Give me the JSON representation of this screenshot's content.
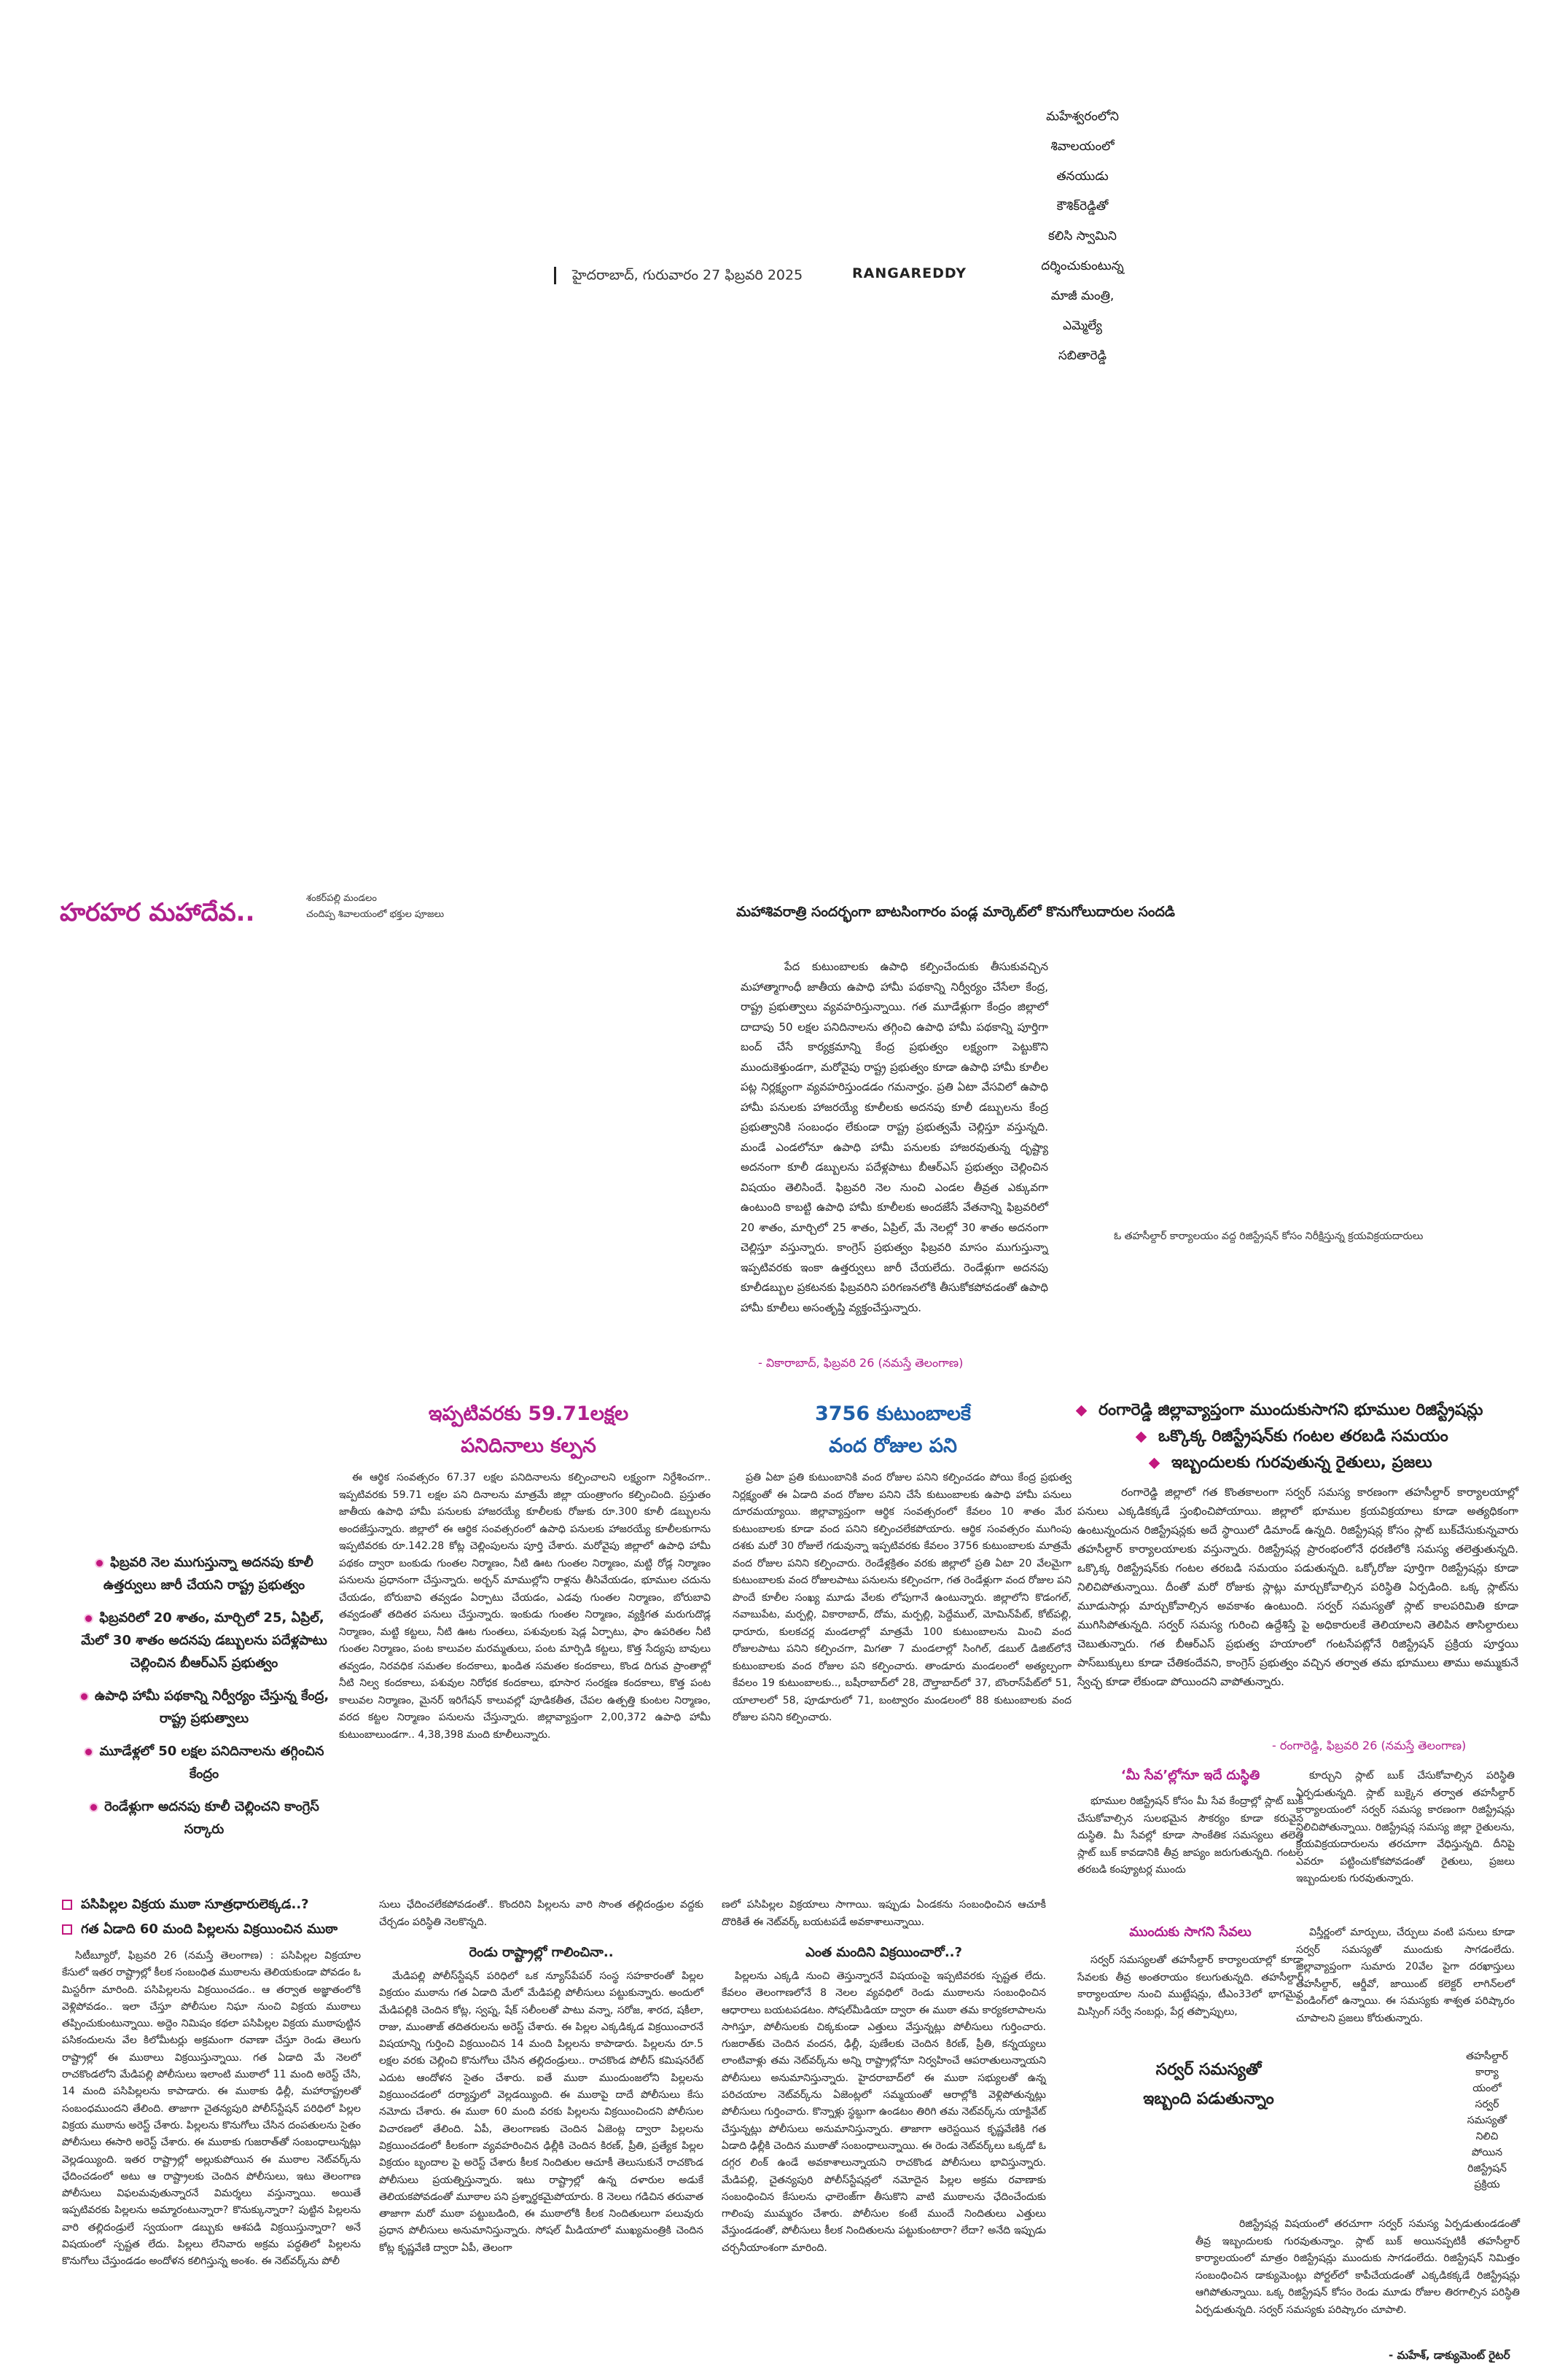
{
  "top_caption": [
    "మహేశ్వరంలోని",
    "శివాలయంలో",
    "తనయుడు",
    "కౌశిక్‌రెడ్డితో",
    "కలిసి స్వామిని",
    "దర్శించుకుంటున్న",
    "మాజీ మంత్రి,",
    "ఎమ్మెల్యే",
    "సబితారెడ్డి"
  ],
  "dateline": "హైదరాబాద్‌, గురువారం 27 ఫిబ్రవరి 2025",
  "district": "RANGAREDDY",
  "festival": {
    "title": "హరహర మహాదేవ..",
    "sub": [
      "శంకర్‌పల్లి మండలం",
      "చందిప్ప శివాలయంలో భక్తుల పూజలు"
    ]
  },
  "banner": "మహాశివరాత్రి సందర్భంగా బాటసింగారం పండ్ల మార్కెట్‌లో కొనుగోలుదారుల సందడి",
  "main_story": {
    "body": [
      "పేద కుటుంబాలకు ఉపాధి కల్పించేందుకు తీసుకువచ్చిన మహాత్మాగాంధీ జాతీయ ఉపాధి హామీ పథకాన్ని నిర్వీర్యం చేసేలా కేంద్ర, రాష్ట్ర ప్రభుత్వాలు వ్యవహరిస్తున్నాయి. గత మూడేళ్లుగా కేంద్రం జిల్లాలో దాదాపు 50 లక్షల పనిదినాలను తగ్గించి ఉపాధి హామీ పథకాన్ని పూర్తిగా బంద్‌ చేసే కార్యక్రమాన్ని కేంద్ర ప్రభుత్వం లక్ష్యంగా పెట్టుకొని ముందుకెళ్తుండగా, మరోవైపు రాష్ట్ర ప్రభుత్వం కూడా ఉపాధి హామీ కూలీల పట్ల నిర్లక్ష్యంగా వ్యవహరిస్తుండడం గమనార్హం. ప్రతి ఏటా వేసవిలో ఉపాధి హామీ పనులకు హాజరయ్యే కూలీలకు అదనపు కూలీ డబ్బులను కేంద్ర ప్రభుత్వానికి సంబంధం లేకుండా రాష్ట్ర ప్రభుత్వమే చెల్లిస్తూ వస్తున్నది. మండే ఎండలోనూ ఉపాధి హామీ పనులకు హాజరవుతున్న దృష్ట్యా అదనంగా కూలీ డబ్బులను పదేళ్లపాటు బీఆర్‌ఎస్‌ ప్రభుత్వం చెల్లించిన విషయం తెలిసిందే. ఫిబ్రవరి నెల నుంచి ఎండల తీవ్రత ఎక్కువగా ఉంటుంది కాబట్టి ఉపాధి హామీ కూలీలకు అందజేసే వేతనాన్ని ఫిబ్రవరిలో 20 శాతం, మార్చిలో 25 శాతం, ఏప్రిల్‌, మే నెలల్లో 30 శాతం అదనంగా చెల్లిస్తూ వస్తున్నారు. కాంగ్రెస్‌ ప్రభుత్వం ఫిబ్రవరి మాసం ముగుస్తున్నా ఇప్పటివరకు ఇంకా ఉత్తర్వులు జారీ చేయలేదు. రెండేళ్లుగా అదనపు కూలీడబ్బుల ప్రకటనకు ఫిబ్రవరిని పరిగణనలోకి తీసుకోకపోవడంతో ఉపాధి హామీ కూలీలు అసంతృప్తి వ్యక్తంచేస్తున్నారు."
    ],
    "credit": "- వికారాబాద్‌, ఫిబ్రవరి 26 (నమస్తే తెలంగాణ)"
  },
  "photo_caption": "ఓ తహసీల్దార్‌ కార్యాలయం వద్ద రిజిస్ట్రేషన్‌ కోసం నిరీక్షిస్తున్న క్రయవిక్రయదారులు",
  "headline_left": [
    "ఇప్పటివరకు 59.71లక్షల",
    "పనిదినాలు కల్పన"
  ],
  "headline_mid": [
    "3756 కుటుంబాలకే",
    "వంద రోజుల పని"
  ],
  "registration_bullets": [
    "రంగారెడ్డి జిల్లావ్యాప్తంగా ముందుకుసాగని భూముల రిజిస్ట్రేషన్లు",
    "ఒక్కొక్క రిజిస్ట్రేషన్‌కు గంటల తరబడి సమయం",
    "ఇబ్బందులకు గురవుతున్న రైతులు, ప్రజలు"
  ],
  "highlights": [
    "ఫిబ్రవరి నెల ముగుస్తున్నా అదనపు కూలీ ఉత్తర్వులు జారీ చేయని రాష్ట్ర ప్రభుత్వం",
    "ఫిబ్రవరిలో 20 శాతం, మార్చిలో 25, ఏప్రిల్‌, మేలో 30 శాతం అదనపు డబ్బులను పదేళ్లపాటు చెల్లించిన బీఆర్‌ఎస్‌ ప్రభుత్వం",
    "ఉపాధి హామీ పథకాన్ని నిర్వీర్యం చేస్తున్న కేంద్ర, రాష్ట్ర ప్రభుత్వాలు",
    "మూడేళ్లలో 50 లక్షల పనిదినాలను తగ్గించిన కేంద్రం",
    "రెండేళ్లుగా అదనపు కూలీ చెల్లించని కాంగ్రెస్‌ సర్కారు"
  ],
  "col_left_text": "ఈ ఆర్థిక సంవత్సరం 67.37 లక్షల పనిదినాలను కల్పించాలని లక్ష్యంగా నిర్దేశించగా.. ఇప్పటివరకు 59.71 లక్షల పని దినాలను మాత్రమే జిల్లా యంత్రాంగం కల్పించింది. ప్రస్తుతం జాతీయ ఉపాధి హామీ పనులకు హాజరయ్యే కూలీలకు రోజుకు రూ.300 కూలీ డబ్బులను అందజేస్తున్నారు. జిల్లాలో ఈ ఆర్థిక సంవత్సరంలో ఉపాధి పనులకు హాజరయ్యే కూలీలకుగాను ఇప్పటివరకు రూ.142.28 కోట్ల చెల్లింపులను పూర్తి చేశారు. మరోవైపు జిల్లాలో ఉపాధి హామీ పథకం ద్వారా బంకుడు గుంతల నిర్మాణం, నీటి ఊట గుంతల నిర్మాణం, మట్టి రోడ్ల నిర్మాణం పనులను ప్రధానంగా చేస్తున్నారు. అర్బన్‌ మాముల్లోని రాళ్లను తీసివేయడం, భూముల చదును చేయడం, బోరుబావి తవ్వడం ఏర్పాటు చేయడం, ఎడవు గుంతల నిర్మాణం, బోరుబావి తవ్వడంతో తదితర పనులు చేస్తున్నారు. ఇంకుడు గుంతల నిర్మాణం, వ్యక్తిగత మరుగుదొడ్ల నిర్మాణం, మట్టి కట్టలు, నీటి ఊట గుంతలు, పశువులకు షెడ్ల ఏర్పాటు, ఫాం ఉపరితల నీటి గుంతల నిర్మాణం, పంట కాలువల మరమ్మతులు, పంట మార్పిడి కట్టలు, కొత్త సేద్యపు బావులు తవ్వడం, నిరవధిక సమతల కందకాలు, ఖండిత సమతల కందకాలు, కొండ దిగువ ప్రాంతాల్లో నీటి నిల్వ కందకాలు, పశువుల నిరోధక కందకాలు, భూసార సంరక్షణ కందకాలు, కొత్త పంట కాలువల నిర్మాణం, మైనర్‌ ఇరిగేషన్‌ కాలువల్లో పూడికతీత, చేపల ఉత్పత్తి కుంటల నిర్మాణం, వరద కట్టల నిర్మాణం పనులను చేస్తున్నారు. జిల్లావ్యాప్తంగా 2,00,372 ఉపాధి హామీ కుటుంబాలుండగా.. 4,38,398 మంది కూలీలున్నారు.",
  "col_mid_text": "ప్రతి ఏటా ప్రతి కుటుంబానికి వంద రోజుల పనిని కల్పించడం పోయి కేంద్ర ప్రభుత్వ నిర్లక్ష్యంతో ఈ ఏడాది వంద రోజుల పనిని చేసే కుటుంబాలకు ఉపాధి హామీ పనులు దూరమయ్యాయి. జిల్లావ్యాప్తంగా ఆర్థిక సంవత్సరంలో కేవలం 10 శాతం మేర కుటుంబాలకు కూడా వంద పనిని కల్పించలేకపోయారు. ఆర్థిక సంవత్సరం ముగింపు దశకు మరో 30 రోజులే గడువున్నా ఇప్పటివరకు కేవలం 3756 కుటుంబాలకు మాత్రమే వంద రోజుల పనిని కల్పించారు. రెండేళ్లక్రితం వరకు జిల్లాలో ప్రతి ఏటా 20 వేలమైగా కుటుంబాలకు వంద రోజులపాటు పనులను కల్పించగా, గత రెండేళ్లుగా వంద రోజుల పని పొందే కూలీల సంఖ్య మూడు వేలకు లోపుగానే ఉంటున్నారు. జిల్లాలోని కొడంగల్‌, నవాబుపేట, మర్పల్లి, వికారాబాద్‌, దోమ, మర్పల్లి, పెద్దేముల్‌, మోమిన్‌పేట్‌, కోట్‌పల్లి, ధారూరు, కులకచర్ల మండలాల్లో మాత్రమే 100 కుటుంబాలను మించి వంద రోజులపాటు పనిని కల్పించగా, మిగతా 7 మండలాల్లో సింగిల్‌, డబుల్‌ డిజిట్‌లోనే కుటుంబాలకు వంద రోజుల పని కల్పించారు. తాండూరు మండలంలో అత్యల్పంగా కేవలం 19 కుటుంబాలకు.., బషీరాబాద్‌లో 28, దౌల్తాబాద్‌లో 37, బొంరాస్‌పేట్‌లో 51, యాలాలలో 58, పూడూరులో 71, బంట్వారం మండలంలో 88 కుటుంబాలకు వంద రోజుల పనిని కల్పించారు.",
  "col_right_text": "రంగారెడ్డి జిల్లాలో గత కొంతకాలంగా సర్వర్‌ సమస్య కారణంగా తహసీల్దార్‌ కార్యాలయాల్లో పనులు ఎక్కడికక్కడే స్తంభించిపోయాయి. జిల్లాలో భూముల క్రయవిక్రయాలు కూడా అత్యధికంగా ఉంటున్నందున రిజిస్ట్రేషన్లకు అదే స్థాయిలో డిమాండ్‌ ఉన్నది. రిజిస్ట్రేషన్ల కోసం స్లాట్‌ బుక్‌చేసుకున్నవారు తహసీల్దార్‌ కార్యాలయాలకు వస్తున్నారు. రిజిస్ట్రేషన్ల ప్రారంభంలోనే ధరణిలోకి సమస్య తలెత్తుతున్నది. ఒక్కొక్క రిజిస్ట్రేషన్‌కు గంటల తరబడి సమయం పడుతున్నది. ఒక్కోరోజు పూర్తిగా రిజిస్ట్రేషన్లు కూడా నిలిచిపోతున్నాయి. దీంతో మరో రోజుకు స్లాట్లు మార్చుకోవాల్సిన పరిస్థితి ఏర్పడింది. ఒక్క స్లాట్‌ను మూడుసార్లు మార్చుకోవాల్సిన అవకాశం ఉంటుంది. సర్వర్‌ సమస్యతో స్లాట్‌ కాలపరిమితి కూడా ముగిసిపోతున్నది. సర్వర్‌ సమస్య గురించి ఉద్దేశిస్తే పై అధికారులకే తెలియాలని తెలిపిన తాసిల్దారులు చెబుతున్నారు. గత బీఆర్‌ఎస్‌ ప్రభుత్వ హయాంలో గంటసేపట్లోనే రిజిస్ట్రేషన్‌ ప్రక్రియ పూర్తయి పాస్‌బుక్కులు కూడా చేతికందేవని, కాంగ్రెస్‌ ప్రభుత్వం వచ్చిన తర్వాత తమ భూములు తాము అమ్ముకునే స్వేచ్ఛ కూడా లేకుండా పోయిందని వాపోతున్నారు.",
  "col_right_credit": "- రంగారెడ్డి, ఫిబ్రవరి 26 (నమస్తే తెలంగాణ)",
  "mee_seva": {
    "title": "‘మీ సేవ’ల్లోనూ ఇదే దుస్థితి",
    "text": "భూముల రిజిస్ట్రేషన్‌ కోసం మీ సేవ కేంద్రాల్లో స్లాట్‌ బుక్‌ చేసుకోవాల్సిన సులభమైన సౌకర్యం కూడా కరువైన దుస్థితి. మీ సేవల్లో కూడా సాంకేతిక సమస్యలు తలెత్తి స్లాట్‌ బుక్‌ కావడానికి తీవ్ర జాప్యం జరుగుతున్నది. గంటల తరబడి కంప్యూటర్ల ముందు"
  },
  "mee_seva_right": "కూర్చుని స్లాట్‌ బుక్‌ చేసుకోవాల్సిన పరిస్థితి ఏర్పడుతున్నది. స్లాట్‌ బుక్కైన తర్వాత తహసీల్దార్‌ కార్యాలయంలో సర్వర్‌ సమస్య కారణంగా రిజిస్ట్రేషన్లు నిలిచిపోతున్నాయి. రిజిస్ట్రేషన్ల సమస్య జిల్లా రైతులను, క్రయవిక్రయదారులను తరచూగా వేధిస్తున్నది. దీనిపై ఎవరూ పట్టించుకోకపోవడంతో రైతులు, ప్రజలు ఇబ్బందులకు గురవుతున్నారు.",
  "services": {
    "title": "ముందుకు సాగని సేవలు",
    "text": "సర్వర్‌ సమస్యలతో తహసీల్దార్‌ కార్యాలయాల్లో కూడా సేవలకు తీవ్ర అంతరాయం కలుగుతున్నది. తహసీల్దార్‌ కార్యాలయాల నుంచి ముట్టేషన్లు, టీఎం33లో భాగమైన మిస్సింగ్‌ సర్వే నంబర్లు, పేర్ల తప్పొప్పులు,"
  },
  "services_right": "విస్తీర్ణంలో మార్పులు, చేర్పులు వంటి పనులు కూడా సర్వర్‌ సమస్యతో ముందుకు సాగడంలేదు. జిల్లావ్యాప్తంగా సుమారు 20వేల పైగా దరఖాస్తులు తహసీల్దార్‌, ఆర్డీవో, జాయింట్‌ కలెక్టర్‌ లాగిన్‌లలో పెండింగ్‌లో ఉన్నాయి. ఈ సమస్యకు శాశ్వత పరిష్కారం చూపాలని ప్రజలు కోరుతున్నారు.",
  "server_title": [
    "సర్వర్‌ సమస్యతో",
    "ఇబ్బంది పడుతున్నాం"
  ],
  "narrow_col": [
    "తహసీల్దార్‌",
    "కార్యా",
    "యంలో",
    "సర్వర్‌",
    "సమస్యతో",
    "నిలిచి",
    "పోయిన",
    "రిజిస్ట్రేషన్‌",
    "ప్రక్రియ"
  ],
  "server_text": "రిజిస్ట్రేషన్ల విషయంలో తరచూగా సర్వర్‌ సమస్య ఏర్పడుతుండడంతో తీవ్ర ఇబ్బందులకు గురవుతున్నాం. స్లాట్‌ బుక్‌ అయినప్పటికీ తహసీల్దార్‌ కార్యాలయంలో మాత్రం రిజిస్ట్రేషన్లు ముందుకు సాగడంలేదు. రిజిస్ట్రేషన్‌ నిమిత్తం సంబంధించిన డాక్యుమెంట్లు పోర్టల్‌లో కాపీచేయడంతో ఎక్కడికక్కడే రిజిస్ట్రేషన్లు ఆగిపోతున్నాయి. ఒక్క రిజిస్ట్రేషన్‌ కోసం రెండు మూడు రోజుల తిరగాల్సిన పరిస్థితి ఏర్పడుతున్నది. సర్వర్‌ సమస్యకు పరిష్కారం చూపాలి.",
  "server_credit": "- మహేశ్‌, డాక్యుమెంట్‌ రైటర్‌",
  "bottom_heads": [
    "పసిపిల్లల విక్రయ ముఠా సూత్రధారులెక్కడ..?",
    "గత ఏడాది 60 మంది పిల్లలను విక్రయించిన ముఠా"
  ],
  "bottom_col1": "సిటీబ్యూరో, ఫిబ్రవరి 26 (నమస్తే తెలంగాణ) : పసిపిల్లల విక్రయాల కేసులో ఇతర రాష్ట్రాల్లో కీలక సంబంధిత ముఠాలను తెలియకుండా పోవడం ఓ మిస్టరీగా మారింది. పసిపిల్లలను విక్రయించడం.. ఆ తర్వాత అజ్ఞాతంలోకి వెళ్లిపోవడం.. ఇలా చేస్తూ పోలీసుల నిఘా నుంచి విక్రయ ముఠాలు తప్పించుకుంటున్నాయి. అద్దెం నిమిషం కథలా పసిపిల్లల విక్రయ ముఠాపుట్టిన పసికందులను వేల కిలోమీటర్లు అక్రమంగా రవాణా చేస్తూ రెండు తెలుగు రాష్ట్రాల్లో ఈ ముఠాలు విక్రయిస్తున్నాయి. గత ఏడాది మే నెలలో రాచకొండలోని మేడిపల్లి పోలీసులు ఇలాంటి ముఠాలో 11 మంది అరెస్ట్‌ చేసి, 14 మంది పసిపిల్లలను కాపాడారు. ఈ ముఠాకు ఢిల్లీ, మహారాష్ట్రలతో సంబంధముందని తేలింది. తాజాగా చైతన్యపురి పోలీస్‌స్టేషన్‌ పరిధిలో పిల్లల విక్రయ ముఠాను అరెస్ట్‌ చేశారు. పిల్లలను కొనుగోలు చేసిన దంపతులను సైతం పోలీసులు ఈసారి అరెస్ట్‌ చేశారు. ఈ ముఠాకు గుజరాత్‌తో సంబంధాలున్నట్లు వెల్లడయ్యింది. ఇతర రాష్ట్రాల్లో అల్లుకుపోయిన ఈ ముఠాల నెట్‌వర్క్‌ను ఛేదించడంలో అటు ఆ రాష్ట్రాలకు చెందిన పోలీసులు, ఇటు తెలంగాణ పోలీసులు విఫలమవుతున్నారనే విమర్శలు వస్తున్నాయి. అయితే ఇప్పటివరకు పిల్లలను అమ్మారంటున్నారా? కొనుక్కున్నారా? పుట్టిన పిల్లలను వారి తల్లిదండ్రులే స్వయంగా డబ్బుకు ఆశపడి విక్రయిస్తున్నారా? అనే విషయంలో స్పష్టత లేదు. పిల్లలు లేనివారు అక్రమ పద్ధతిలో పిల్లలను కొనుగోలు చేస్తుండడం అందోళన కలిగిస్తున్న అంశం. ఈ నెట్‌వర్క్‌ను పోలీ",
  "bottom_col2_top": "సులు ఛేదించలేకపోవడంతో.. కొందరిని పిల్లలను వారి సొంత తల్లిదండ్రుల వద్దకు చేర్చడం పరిస్థితి నెలకొన్నది.",
  "bottom_col2_head": "రెండు రాష్ట్రాల్లో గాలించినా..",
  "bottom_col2": "మేడిపల్లి పోలీస్‌స్టేషన్‌ పరిధిలో ఒక న్యూస్‌పేపర్‌ సంస్థ సహకారంతో పిల్లల విక్రయం ముఠాను గత ఏడాది మేలో మేడిపల్లి పోలీసులు పట్టుకున్నారు. అందులో మేడిపల్లికి చెందిన కోట్ల, స్వప్న, షేక్‌ సలీంలతో పాటు వన్నా, సరోజ, శారద, షకీలా, రాజు, ముంతాజ్‌ తదితరులను అరెస్ట్‌ చేశారు. ఈ పిల్లల ఎక్కడిక్కడ విక్రయించారనే విషయాన్ని గుర్తించి విక్రయించిన 14 మంది పిల్లలను కాపాడారు. పిల్లలను రూ.5 లక్షల వరకు చెల్లించి కొనుగోలు చేసిన తల్లిదండ్రులు.. రాచకొండ పోలీస్‌ కమిషనరేట్‌ ఎదుట ఆందోళన సైతం చేశారు. ఐతే ముఠా ముందుంజలోని పిల్లలను విక్రయించడంలో దర్యాప్తులో వెల్లడయ్యింది. ఈ ముఠాపై దాదే పోలీసులు కేసు నమోదు చేశారు. ఈ ముఠా 60 మంది వరకు పిల్లలను విక్రయించిందని పోలీసుల విచారణలో తేలింది. ఏపీ, తెలంగాణకు చెందిన ఏజెంట్ల ద్వారా పిల్లలను విక్రయించడంలో కీలకంగా వ్యవహరించిన ఢిల్లీకి చెందిన కిరణ్‌, ప్రీతి, ప్రత్యేక పిల్లల విక్రయం బృందాల పై అరెస్ట్‌ చేశారు కీలక నిందితుల ఆచూకీ తెలుసుకునే రాచకొండ పోలీసులు ప్రయత్నిస్తున్నారు. ఇటు రాష్ట్రాల్లో ఉన్న దళారుల అడుకే తెలియకపోవడంతో మూఠాల పని ప్రశ్నార్థకమైపోయారు. 8 నెలలు గడిచిన తరువాత తాజాగా మరో ముఠా పట్టుబడింది, ఈ ముఠాలోకి కీలక నిందితులుగా పలువురు ప్రధాన పోలీసులు అనుమానిస్తున్నారు. సోషల్‌ మీడియాలో ముఖ్యమంత్రికి చెందిన కోట్ల కృష్ణవేణి ద్వారా ఏపీ, తెలంగా",
  "bottom_col3_top": "ణలో పసిపిల్లల విక్రయాలు సాగాయి. ఇప్పుడు ఏండకను సంబంధించిన ఆచూకీ దొరికితే ఈ నెట్‌వర్క్‌ బయటపడే అవకాశాలున్నాయి.",
  "bottom_col3_head": "ఎంత మందిని విక్రయించారో..?",
  "bottom_col3": "పిల్లలను ఎక్కడి నుంచి తెస్తున్నారనే విషయంపై ఇప్పటివరకు స్పష్టత లేదు. కేవలం తెలంగాణలోనే 8 నెలల వ్యవధిలో రెండు ముఠాలను సంబంధించిన ఆధారాలు బయటపడటం. సోషల్‌మీడియా ద్వారా ఈ ముఠా తమ కార్యకలాపాలను సాగిస్తూ, పోలీసులకు చిక్కకుండా ఎత్తులు వేస్తున్నట్లు పోలీసులు గుర్తించారు. గుజరాత్‌కు చెందిన వందన, ఢిల్లీ, పుణేలకు చెందిన కిరణ్‌, ప్రీతి, కన్నయ్యలు లాంటివాళ్లు తమ నెట్‌వర్క్‌ను అన్ని రాష్ట్రాల్లోనూ నిర్వహించే ఆపరాతులున్నాయని పోలీసులు అనుమానిస్తున్నారు. హైదరాబాద్‌లో ఈ ముఠా సభ్యులతో ఉన్న పరిచయాల నెట్‌వర్క్‌ను ఏజెంట్లలో సమ్మయంతో ఆరాల్లోకి వెళ్లిపోతున్నట్లు పోలీసులు గుర్తించారు. కొన్నాళ్లు స్థబ్దుగా ఉండటం తిరిగి తమ నెట్‌వర్క్‌ను యాక్టివేట్‌ చేస్తున్నట్లు పోలీసులు అనుమానిస్తున్నారు. తాజాగా ఆరెస్టయిన కృష్ణవేణికి గత ఏడాది ఢిల్లీకి చెందిన ముఠాతో సంబంధాలున్నాయి. ఈ రెండు నెట్‌వర్క్‌లు ఒక్కడో ఓ దగ్గర లింక్‌ ఉండే అవకాశాలున్నాయని రాచకొండ పోలీసులు భావిస్తున్నారు. మేడిపల్లి, చైతన్యపురి పోలీస్‌స్టేషన్లలో నమోదైన పిల్లల అక్రమ రవాణాకు సంబంధించిన కేసులను ఛాలెంజ్‌గా తీసుకొని వాటి ముఠాలను ఛేదించేందుకు గాలింపు ముమ్మరం చేశారు. పోలీసుల కంటే ముందే నిందితులు ఎత్తులు వేస్తుండడంతో, పోలీసులు కీలక నిందితులను పట్టుకుంటారా? లేదా? అనేది ఇప్పుడు చర్చనీయాంశంగా మారింది."
}
